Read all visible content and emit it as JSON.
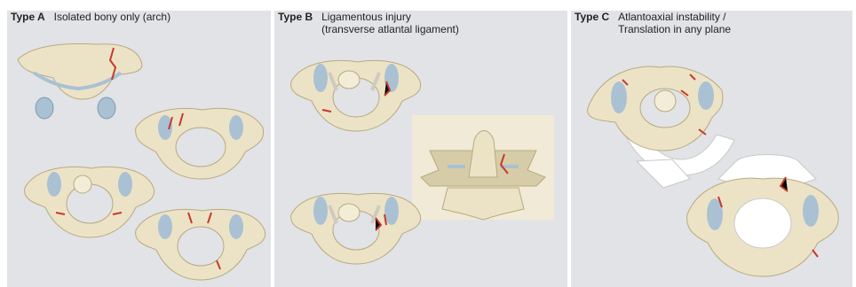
{
  "panels": [
    {
      "type": "Type A",
      "desc1": "Isolated bony only (arch)",
      "desc2": ""
    },
    {
      "type": "Type B",
      "desc1": "Ligamentous injury",
      "desc2": "(transverse atlantal ligament)"
    },
    {
      "type": "Type C",
      "desc1": "Atlantoaxial instability /",
      "desc2": "Translation in any plane"
    }
  ],
  "colors": {
    "panel_bg": "#e1e3e6",
    "bone": "#ece3c7",
    "bone_edge": "#b8a980",
    "facet": "#a9c1d3",
    "fracture": "#c8392b",
    "ligament": "#cfcac0",
    "ghost_bone": "#ffffff"
  }
}
